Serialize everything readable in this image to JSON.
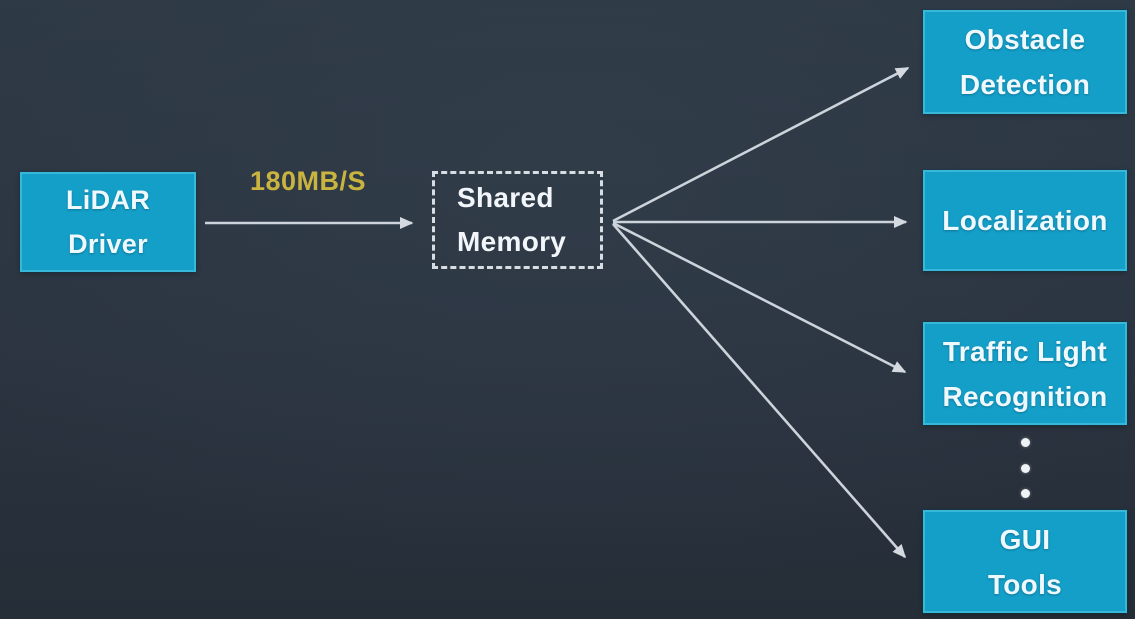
{
  "diagram": {
    "type": "flow-diagram",
    "topic": "LiDAR data distribution via shared memory",
    "nodes": {
      "lidar_driver": {
        "label": "LiDAR\nDriver",
        "style": "solid-cyan-box"
      },
      "shared_memory": {
        "label": "Shared\nMemory",
        "style": "dashed-outline-box"
      },
      "obstacle_detection": {
        "label": "Obstacle\nDetection",
        "style": "solid-cyan-box"
      },
      "localization": {
        "label": "Localization",
        "style": "solid-cyan-box"
      },
      "traffic_light_recognition": {
        "label": "Traffic Light\nRecognition",
        "style": "solid-cyan-box"
      },
      "gui_tools": {
        "label": "GUI\nTools",
        "style": "solid-cyan-box"
      }
    },
    "edges": [
      {
        "from": "lidar_driver",
        "to": "shared_memory",
        "label": "180MB/S"
      },
      {
        "from": "shared_memory",
        "to": "obstacle_detection",
        "label": ""
      },
      {
        "from": "shared_memory",
        "to": "localization",
        "label": ""
      },
      {
        "from": "shared_memory",
        "to": "traffic_light_recognition",
        "label": ""
      },
      {
        "from": "shared_memory",
        "to": "gui_tools",
        "label": ""
      }
    ],
    "icons": {
      "more_consumers": "vertical-ellipsis"
    },
    "colors": {
      "background_top": "#2e3945",
      "background_bottom": "#252d37",
      "node_fill": "#149fc8",
      "node_border": "#38b8d8",
      "node_text": "#eef8fd",
      "dashed_border": "#d7dde3",
      "arrow": "#ccd3da",
      "rate_label": "#c9b43f"
    }
  }
}
